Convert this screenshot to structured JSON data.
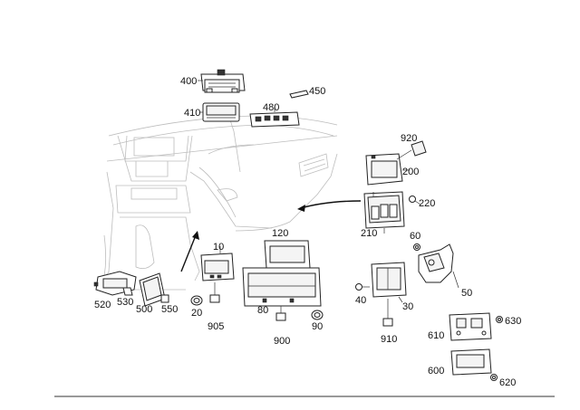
{
  "diagram": {
    "part_numbers": {
      "p400": "400",
      "p450": "450",
      "p410": "410",
      "p480": "480",
      "p920": "920",
      "p200": "200",
      "p220": "220",
      "p210": "210",
      "p60": "60",
      "p50": "50",
      "p10": "10",
      "p120": "120",
      "p520": "520",
      "p530": "530",
      "p500": "500",
      "p550": "550",
      "p20": "20",
      "p905": "905",
      "p80": "80",
      "p900": "900",
      "p90": "90",
      "p40": "40",
      "p30": "30",
      "p910": "910",
      "p630": "630",
      "p610": "610",
      "p600": "600",
      "p620": "620"
    }
  }
}
